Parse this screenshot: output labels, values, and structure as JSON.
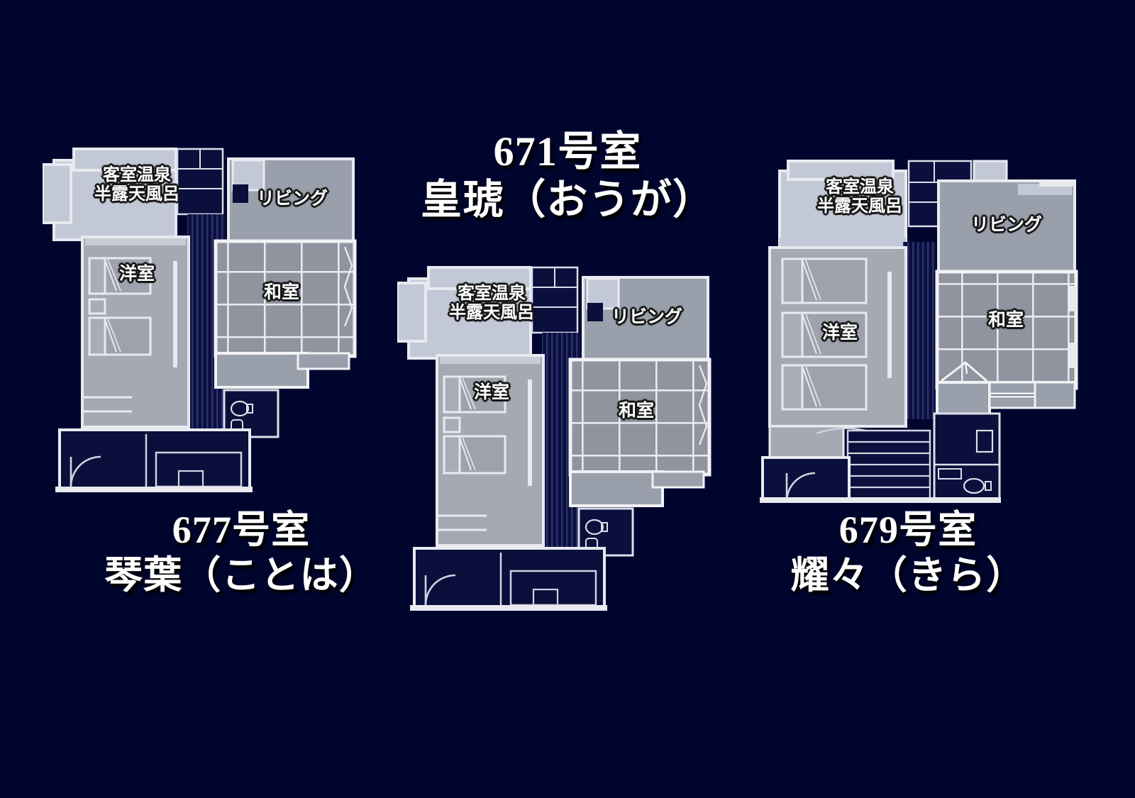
{
  "background_color": "#00052e",
  "palette": {
    "wall_light": "#f2f2f5",
    "bath_fill": "#c3c8d6",
    "living_fill": "#9aa0ab",
    "tatami_fill": "#8f949f",
    "bed_fill": "#a5a9b2",
    "dark_navy": "#0b0f3c",
    "text_white": "#ffffff",
    "label_outline": "#171717"
  },
  "captions": [
    {
      "id": "cap-671",
      "line1": "671号室",
      "line2": "皇琥（おうが）"
    },
    {
      "id": "cap-677",
      "line1": "677号室",
      "line2": "琴葉（ことは）"
    },
    {
      "id": "cap-679",
      "line1": "679号室",
      "line2": "耀々（きら）"
    }
  ],
  "room_labels": {
    "onsen_line1": "客室温泉",
    "onsen_line2": "半露天風呂",
    "living": "リビング",
    "western_room": "洋室",
    "japanese_room": "和室"
  },
  "floorplans": [
    {
      "id": "plan-677",
      "room_number": "677号室",
      "room_name": "琴葉（ことは）",
      "caption_position": "bottom-left",
      "beds": 2,
      "rooms": [
        "客室温泉半露天風呂",
        "リビング",
        "洋室",
        "和室"
      ],
      "features": [
        "toilet",
        "entry-door",
        "corridor-stripes",
        "tatami-grid"
      ]
    },
    {
      "id": "plan-671",
      "room_number": "671号室",
      "room_name": "皇琥（おうが）",
      "caption_position": "top-center",
      "beds": 2,
      "rooms": [
        "客室温泉半露天風呂",
        "リビング",
        "洋室",
        "和室"
      ],
      "features": [
        "toilet",
        "entry-door",
        "corridor-stripes",
        "tatami-grid"
      ]
    },
    {
      "id": "plan-679",
      "room_number": "679号室",
      "room_name": "耀々（きら）",
      "caption_position": "bottom-right",
      "beds": 3,
      "rooms": [
        "客室温泉半露天風呂",
        "リビング",
        "洋室",
        "和室"
      ],
      "features": [
        "toilet",
        "entry-door",
        "stairs",
        "corridor-stripes",
        "tatami-grid",
        "gable"
      ]
    }
  ]
}
